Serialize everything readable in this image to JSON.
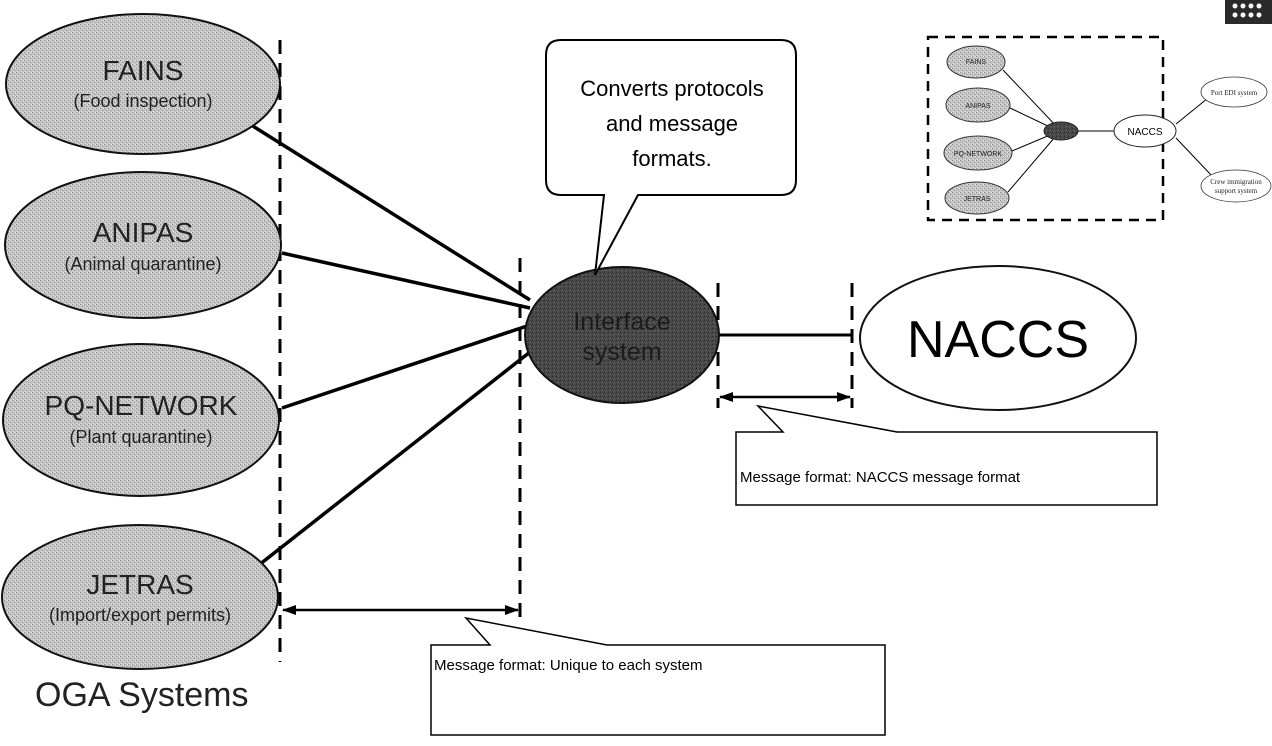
{
  "oga_systems": [
    {
      "name": "FAINS",
      "desc": "(Food inspection)"
    },
    {
      "name": "ANIPAS",
      "desc": "(Animal quarantine)"
    },
    {
      "name": "PQ-NETWORK",
      "desc": "(Plant quarantine)"
    },
    {
      "name": "JETRAS",
      "desc": "(Import/export permits)"
    }
  ],
  "interface": {
    "line1": "Interface",
    "line2": "system"
  },
  "naccs": "NACCS",
  "callout": {
    "line1": "Converts protocols",
    "line2": "and message",
    "line3": "formats."
  },
  "notes": {
    "naccs_format": "Message format: NACCS message format",
    "unique_format": "Message format: Unique to each system"
  },
  "caption": "OGA Systems",
  "mini_diagram": {
    "oga": [
      "FAINS",
      "ANIPAS",
      "PQ-NETWORK",
      "JETRAS"
    ],
    "naccs": "NACCS",
    "port": "Port EDI system",
    "crew_line1": "Crew immigration",
    "crew_line2": "support system"
  }
}
